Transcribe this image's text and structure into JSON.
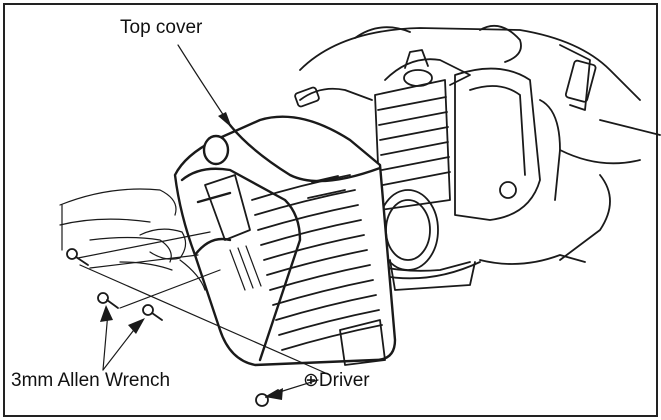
{
  "labels": {
    "top_cover": "Top cover",
    "allen_wrench": "3mm Allen Wrench",
    "driver": "⊕Driver"
  }
}
